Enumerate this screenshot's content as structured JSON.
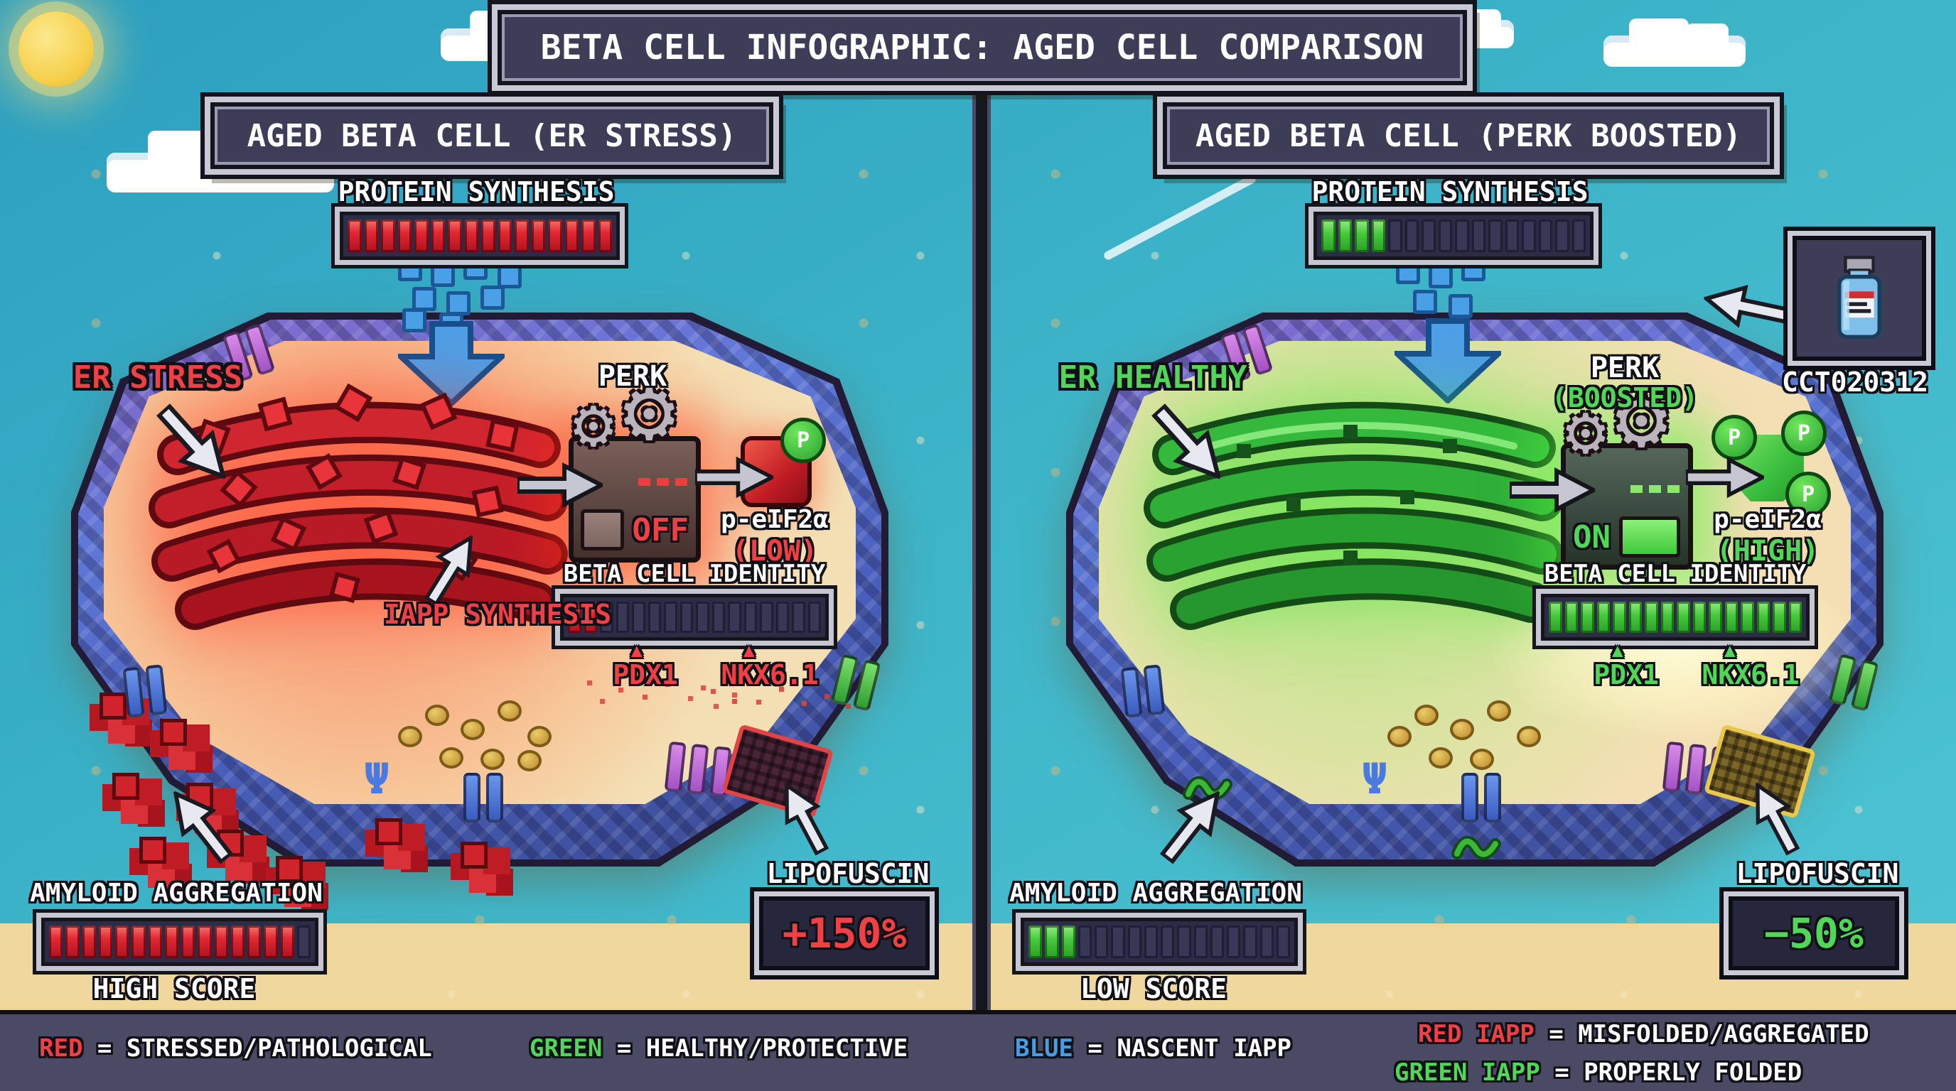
{
  "title": "BETA CELL INFOGRAPHIC: AGED CELL COMPARISON",
  "colors": {
    "red": "#ef4046",
    "green": "#52d65a",
    "blue": "#4a9ce0",
    "sand": "#f0d79e",
    "sea": "#3db4c8",
    "banner": "#3d3d58"
  },
  "icons": {
    "triangle": "▲",
    "gear": "⚙",
    "receptor": "Ψ"
  },
  "left": {
    "header": "AGED BETA CELL (ER STRESS)",
    "protein_synthesis": {
      "label": "PROTEIN SYNTHESIS",
      "filled": 16,
      "total": 16,
      "state": "red"
    },
    "er_label": "ER STRESS",
    "iapp_label": "IAPP SYNTHESIS",
    "perk": {
      "label": "PERK",
      "state": "OFF"
    },
    "eif2a": {
      "label": "p-eIF2α",
      "level": "(LOW)"
    },
    "identity": {
      "label": "BETA CELL IDENTITY",
      "filled": 2,
      "total": 16,
      "state": "red",
      "markers": [
        "PDX1",
        "NKX6.1"
      ]
    },
    "amyloid": {
      "label": "AMYLOID AGGREGATION",
      "filled": 15,
      "total": 16,
      "state": "red",
      "score": "HIGH SCORE"
    },
    "lipofuscin": {
      "label": "LIPOFUSCIN",
      "value": "+150%"
    }
  },
  "right": {
    "header": "AGED BETA CELL (PERK BOOSTED)",
    "protein_synthesis": {
      "label": "PROTEIN SYNTHESIS",
      "filled": 4,
      "total": 16,
      "state": "green"
    },
    "er_label": "ER HEALTHY",
    "perk": {
      "label": "PERK",
      "sub": "(BOOSTED)",
      "state": "ON"
    },
    "eif2a": {
      "label": "p-eIF2α",
      "level": "(HIGH)"
    },
    "drug": {
      "label": "CCT020312"
    },
    "identity": {
      "label": "BETA CELL IDENTITY",
      "filled": 16,
      "total": 16,
      "state": "green",
      "markers": [
        "PDX1",
        "NKX6.1"
      ]
    },
    "amyloid": {
      "label": "AMYLOID AGGREGATION",
      "filled": 3,
      "total": 16,
      "state": "green",
      "score": "LOW SCORE"
    },
    "lipofuscin": {
      "label": "LIPOFUSCIN",
      "value": "−50%"
    }
  },
  "legend": {
    "items": [
      {
        "term": "RED",
        "definition": "= STRESSED/PATHOLOGICAL",
        "color": "#ef4046"
      },
      {
        "term": "GREEN",
        "definition": "= HEALTHY/PROTECTIVE",
        "color": "#52d65a"
      },
      {
        "term": "BLUE",
        "definition": "= NASCENT IAPP",
        "color": "#4a9ce0"
      }
    ],
    "iapp_items": [
      {
        "term": "RED IAPP",
        "definition": "= MISFOLDED/AGGREGATED",
        "color": "#ef4046"
      },
      {
        "term": "GREEN IAPP",
        "definition": "= PROPERLY FOLDED",
        "color": "#52d65a"
      }
    ]
  }
}
